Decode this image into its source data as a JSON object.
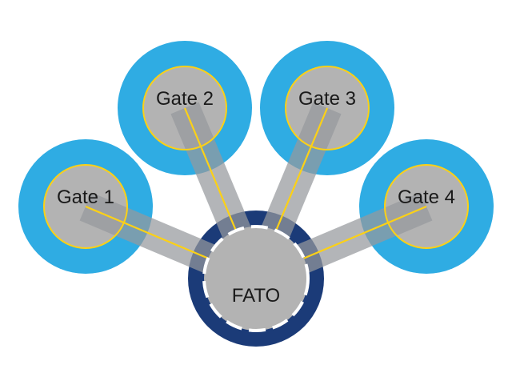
{
  "diagram": {
    "type": "heliport-gate-layout",
    "nodes": {
      "gate1": {
        "label": "Gate 1"
      },
      "gate2": {
        "label": "Gate 2"
      },
      "gate3": {
        "label": "Gate 3"
      },
      "gate4": {
        "label": "Gate 4"
      },
      "fato": {
        "label": "FATO"
      }
    },
    "edges": [
      {
        "from": "gate1",
        "to": "fato"
      },
      {
        "from": "gate2",
        "to": "fato"
      },
      {
        "from": "gate3",
        "to": "fato"
      },
      {
        "from": "gate4",
        "to": "fato"
      }
    ],
    "colors": {
      "gate_outer_blue": "#2FACE3",
      "pad_gray": "#B3B3B3",
      "fato_ring_navy": "#1B3B78",
      "taxiway_gray": "#96989C",
      "centerline_yellow": "#FCD116",
      "fato_dash_white": "#FFFFFF",
      "label_text": "#1A1A1A",
      "background": "#FFFFFF"
    },
    "style": {
      "taxiway_opacity": "0.72"
    }
  }
}
